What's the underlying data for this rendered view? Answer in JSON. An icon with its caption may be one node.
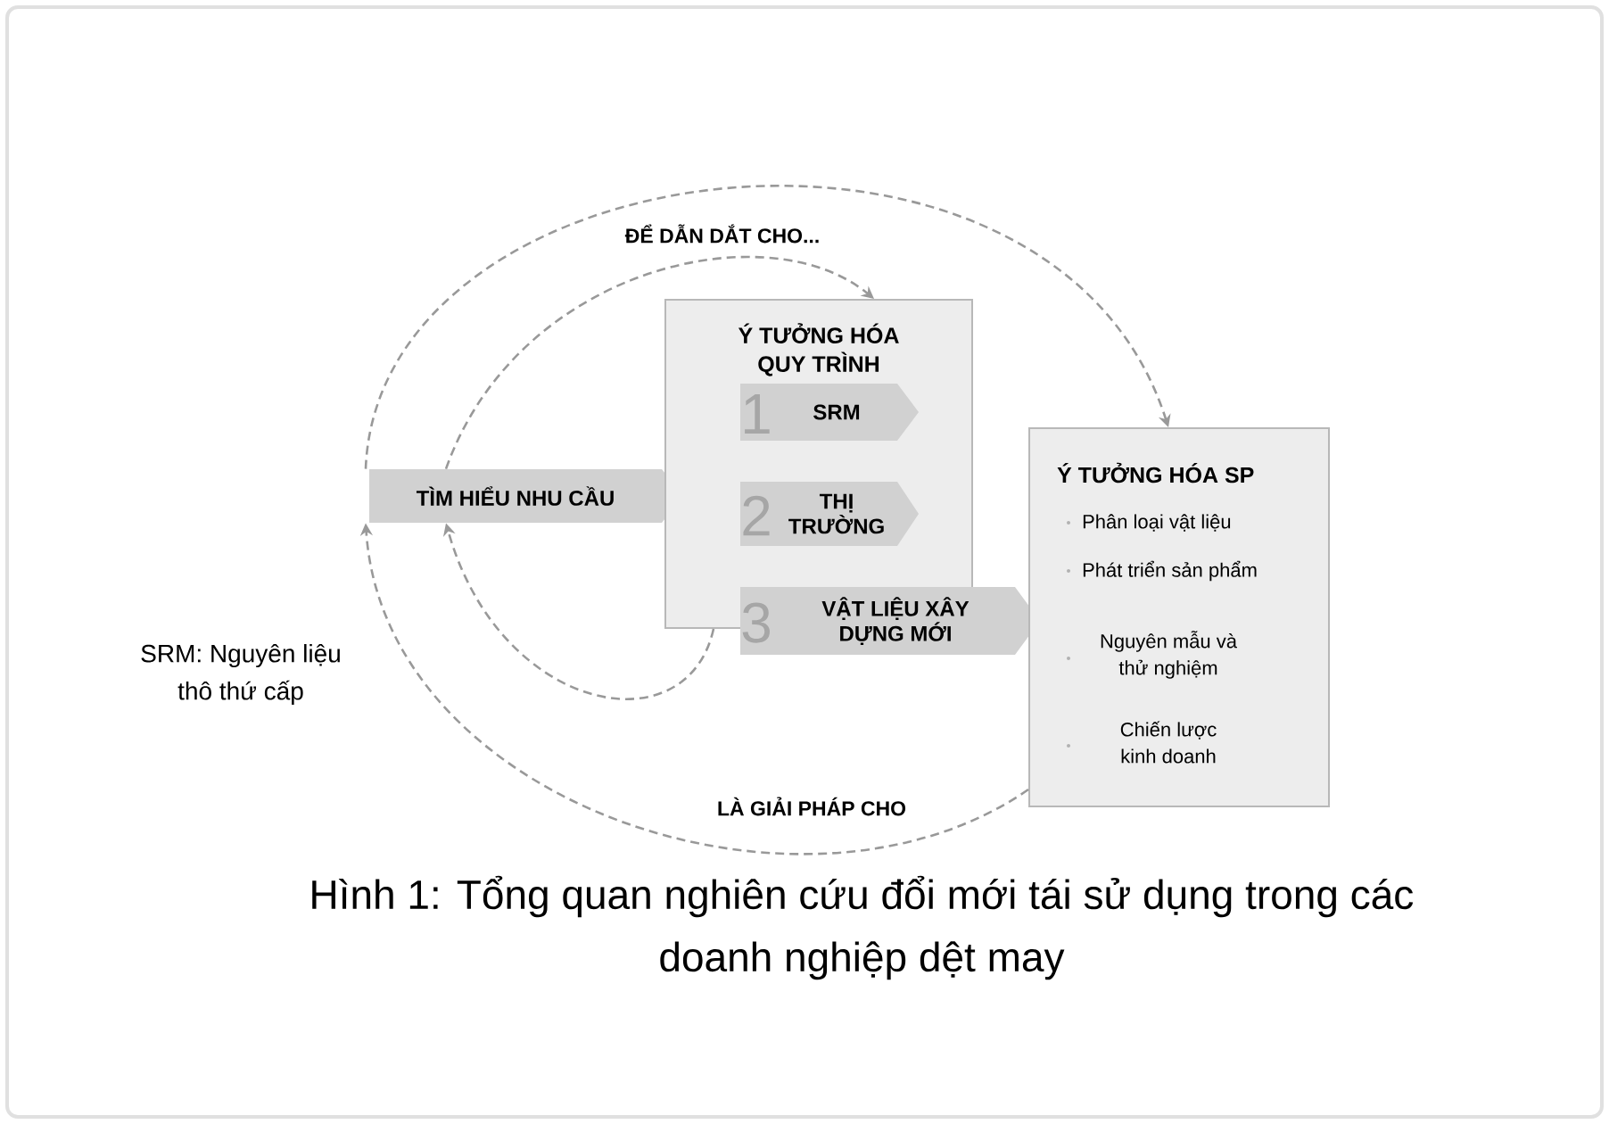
{
  "diagram": {
    "caption": "Hình 1: Tổng quan nghiên cứu đổi mới tái sử dụng trong các doanh nghiệp dệt may",
    "nodes": [
      {
        "text": [
          "TÌM HIỂU NHU CẦU"
        ]
      },
      {
        "text": [
          "Ý TƯỞNG HÓA QUY TRÌNH"
        ]
      },
      {
        "text": [
          "1",
          "SRM"
        ],
        "in": 1
      },
      {
        "text": [
          "2",
          "THỊ TRƯỜNG"
        ],
        "in": 1
      },
      {
        "text": [
          "3",
          "VẬT LIỆU XÂY DỰNG MỚI"
        ]
      },
      {
        "text": [
          "Ý TƯỞNG HÓA SP",
          "Phân loại vật liệu",
          "Phát triển sản phẩm",
          "Nguyên mẫu và thử nghiệm",
          "Chiến lược kinh doanh"
        ]
      }
    ],
    "edges": [
      {
        "from": 0,
        "to": 1,
        "arrow": "to",
        "label": "ĐỂ DẪN DẮT CHO..."
      },
      {
        "from": 0,
        "to": 5,
        "arrow": "to"
      },
      {
        "from": 1,
        "to": 0,
        "arrow": "to"
      },
      {
        "from": 5,
        "to": 0,
        "arrow": "to",
        "label": "LÀ GIẢI PHÁP CHO"
      }
    ],
    "labels": [
      "SRM: Nguyên liệu thô thứ cấp"
    ]
  }
}
